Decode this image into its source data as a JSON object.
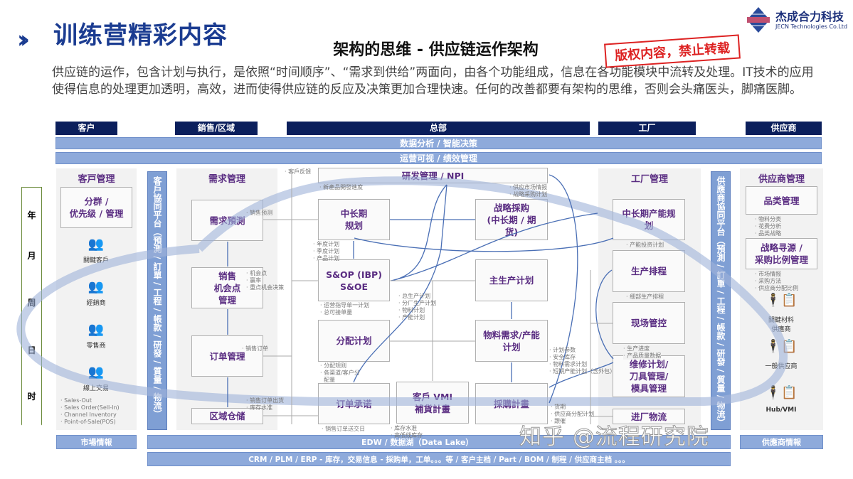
{
  "header": {
    "title": "训练营精彩内容",
    "chevrons": "››",
    "logo_name": "杰成合力科技",
    "logo_en": "JECN Technologies Co.Ltd"
  },
  "subtitle": "架构的思维 - 供应链运作架构",
  "paragraph": "供应链的运作，包含计划与执行，是依照“时间顺序”、“需求到供给”两面向，由各个功能组成，信息在各功能模块中流转及处理。IT技术的应用使得信息的处理更加透明，高效，进而使得供应链的反应及决策更加合理快速。任何的改善都要有架构的思维，否则会头痛医头，脚痛医脚。",
  "columns": [
    "客户",
    "銷售/区域",
    "总部",
    "工厂",
    "供应商"
  ],
  "bands": [
    "数据分析 / 智能决策",
    "运营可视 / 绩效管理"
  ],
  "time_axis": [
    "年",
    "月",
    "周",
    "日",
    "时"
  ],
  "customer": {
    "title": "客戸管理",
    "box": "分群 /\n优先级 / 管理",
    "types": [
      "關鍵客戶",
      "經銷商",
      "零售商",
      "線上交易"
    ],
    "notes": "· Sales-Out\n· Sales Order(Sell-In)\n· Channel Inventory\n· Point-of-Sale(POS)"
  },
  "customer_platform": "客戶協同平台（預測 / 訂單 / 工程 / 帳款 / 研發 / 質量 / 物流）",
  "demand": {
    "title": "需求管理",
    "boxes": [
      "需求預測",
      "销售\n机会点\n管理",
      "订单管理",
      "区域仓储"
    ],
    "notes": [
      "· 销售预测",
      "· 机会点\n· 赢率\n· 重点机会决策",
      "· 销售订单",
      "· 销售订单出货\n· 库存水准"
    ]
  },
  "hq": {
    "rd": "研发管理 / NPI",
    "rd_notes": [
      "· 客戶反馈",
      "· 新產品開發進度",
      "· 供应市场情报\n· 战略采购计划"
    ],
    "boxes": [
      "中长期\n规划",
      "S&OP (IBP)\nS&OE",
      "分配计划",
      "订单承诺",
      "客戶 VMI\n補貨計畫",
      "战略採购\n(中长期 / 期\n货)",
      "主生产计划",
      "物料需求/产能\n计划",
      "採購計畫"
    ],
    "notes": [
      "· 年度计划\n· 季度计划\n· 产品计划",
      "· 运营指导单一计划\n· 总可接单量",
      "· 分配规则\n· 各渠道/客户分\n  配量",
      "· 销售订单送交日",
      "· 库存水准\n· 高低线库存",
      "· 总生产计划\n· 分厂生产计划\n· 物料计划\n· 产能计划",
      "· 计划参数\n· 安全库存\n· 物料需求计划\n· 短期产能计划（含外包）",
      "· 货期\n· 供应商分配计划\n· 跟催"
    ]
  },
  "factory": {
    "title": "工厂管理",
    "boxes": [
      "中长期产能规\n划",
      "生产排程",
      "现场管控",
      "维修计划/\n刀具管理/\n模具管理",
      "进厂物流"
    ],
    "notes": [
      "· 产能投资计划",
      "· 细部生产排程",
      "· 生产进度\n· 产品质量数据"
    ]
  },
  "supplier_platform": "供應商協同平台（預測 / 訂單 / 工程 / 帳款 / 研發 / 質量 / 物流）",
  "supplier": {
    "title": "供应商管理",
    "boxes": [
      "品类管理",
      "战略寻源 /\n采购比例管理"
    ],
    "notes": [
      "· 物料分类\n· 花费分析\n· 品类战略",
      "· 市场情报\n· 采购方法\n· 供应商分配比例"
    ],
    "types": [
      "關鍵材料\n供應商",
      "一般供应商",
      "Hub/VMI"
    ]
  },
  "bottom": {
    "market": "市場情報",
    "edw": "EDW / 数据湖（Data Lake）",
    "systems": "CRM / PLM / ERP - 库存，交易信息 - 採购单，工单。。。等 / 客户主档 / Part / BOM / 制程 / 供应商主档 。。。",
    "supplier_intel": "供應商情報"
  },
  "watermark": "知乎 @流程研究院",
  "stamp": "版权内容，禁止转载",
  "colors": {
    "title_blue": "#1b3c91",
    "header_navy": "#0b1f5c",
    "band_blue": "#8eaadb",
    "box_text": "#5a2d82",
    "stamp_red": "#d22222"
  }
}
